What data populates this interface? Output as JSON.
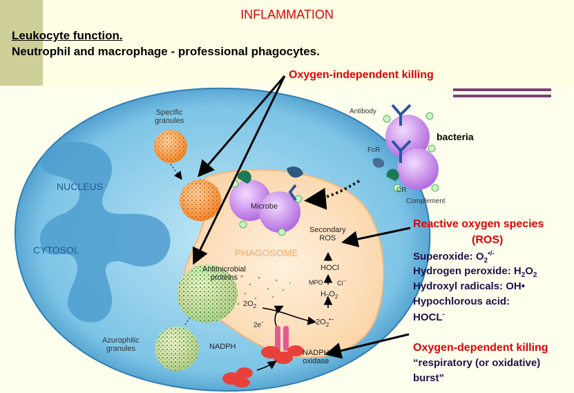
{
  "header": {
    "title": "INFLAMMATION",
    "subtitle_underlined": "Leukocyte function.",
    "subtitle": "Neutrophil and macrophage - professional phagocytes."
  },
  "callouts": {
    "oxygen_independent": "Oxygen-independent killing",
    "bacteria": "bacteria",
    "ros_title_1": "Reactive oxygen species",
    "ros_title_2": "(ROS)",
    "superoxide": "Superoxide: O",
    "superoxide_sub": "2",
    "superoxide_sup": "•/-",
    "hydrogen_peroxide": "Hydrogen peroxide: H",
    "hp_sub1": "2",
    "hp_mid": "O",
    "hp_sub2": "2",
    "hydroxyl": "Hydroxyl radicals: OH•",
    "hypochlorous_1": "Hypochlorous acid:",
    "hypochlorous_2": "HOCL",
    "hypochlorous_sup": "-",
    "oxygen_dependent": "Oxygen-dependent killing",
    "respiratory_1": "“respiratory (or oxidative)",
    "respiratory_2": "burst”"
  },
  "diagram": {
    "nucleus": "NUCLEUS",
    "cytosol": "CYTOSOL",
    "phagosome": "PHAGOSOME",
    "specific_1": "Specific",
    "specific_2": "granules",
    "azurophilic_1": "Azurophilic",
    "azurophilic_2": "granules",
    "antimicrobial_1": "Antimicrobial",
    "antimicrobial_2": "proteins",
    "microbe": "Microbe",
    "antibody": "Antibody",
    "fcr": "FcR",
    "cr": "CR",
    "complement": "Complement",
    "secondary": "Secondary",
    "ros": "ROS",
    "hocl": "HOCl",
    "mpo": "MPO",
    "cl": "Cl",
    "cl_sup": "−",
    "h2o2": "H",
    "h2o2_sub": "2",
    "h2o2_o": "O",
    "h2o2_sub2": "2",
    "o2_left": "2O",
    "o2_left_sub": "2",
    "o2_right": "2O",
    "o2_right_sub": "2",
    "o2_right_sup": "•−",
    "two_e": "2e",
    "two_e_sup": "−",
    "nadph": "NADPH",
    "nadph_oxidase_1": "NADPH",
    "nadph_oxidase_2": "oxidase"
  },
  "colors": {
    "accent_red": "#e00000",
    "navy": "#20104a",
    "cell": "#7ec6e6",
    "phagosome": "#fde0bf"
  }
}
